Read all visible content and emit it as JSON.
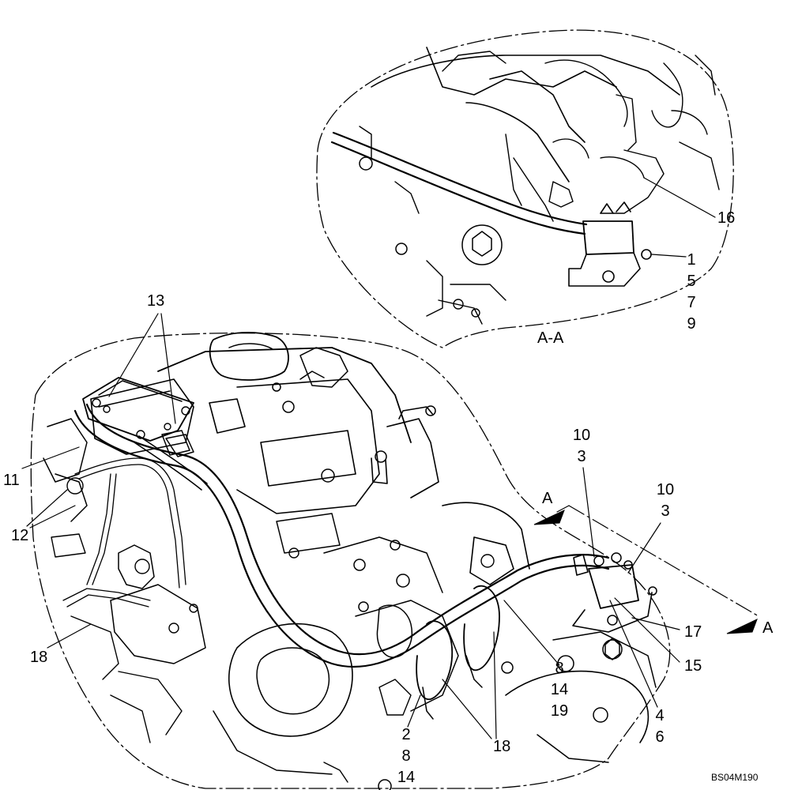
{
  "drawing_code": "BS04M190",
  "section_view_label": "A-A",
  "section_arrow_letter": "A",
  "callouts": {
    "c13": "13",
    "c11": "11",
    "c12": "12",
    "c18_left": "18",
    "c18_bottom": "18",
    "c16": "16",
    "stack_1_5_7_9": [
      "1",
      "5",
      "7",
      "9"
    ],
    "stack_10_3_a": [
      "10",
      "3"
    ],
    "stack_10_3_b": [
      "10",
      "3"
    ],
    "c17": "17",
    "c15": "15",
    "stack_4_6": [
      "4",
      "6"
    ],
    "stack_8_14_19": [
      "8",
      "14",
      "19"
    ],
    "stack_2_8_14": [
      "2",
      "8",
      "14"
    ]
  }
}
